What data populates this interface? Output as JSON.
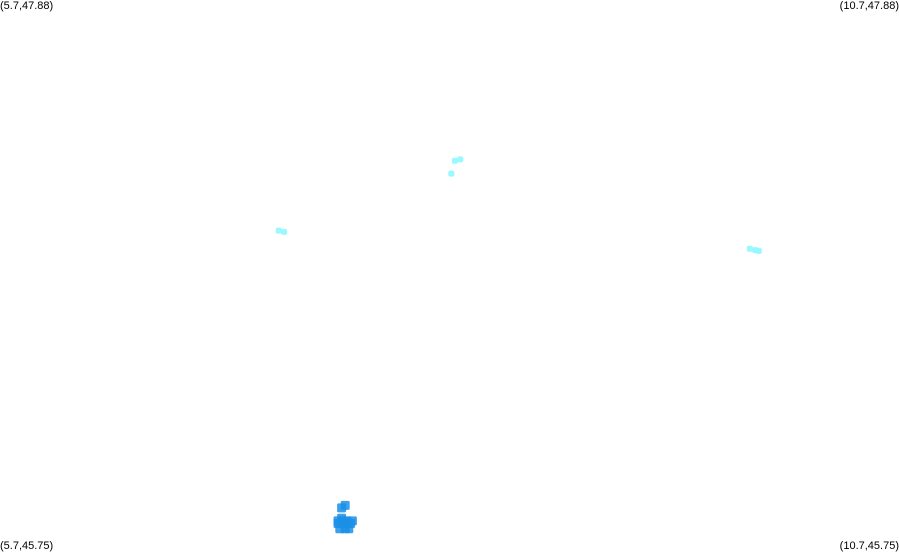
{
  "corners": {
    "top_left": "(5.7,47.88)",
    "top_right": "(10.7,47.88)",
    "bottom_left": "(5.7,45.75)",
    "bottom_right": "(10.7,45.75)"
  },
  "colors": {
    "light": "#8ff7ff",
    "dark": "#1a8fe6",
    "label": "#000000"
  },
  "map_data": {
    "lon_range": [
      5.7,
      10.7
    ],
    "lat_range": [
      45.75,
      47.88
    ],
    "points": [
      {
        "lon": 8.23,
        "lat": 47.26,
        "shade": "light"
      },
      {
        "lon": 8.26,
        "lat": 47.265,
        "shade": "light"
      },
      {
        "lon": 8.21,
        "lat": 47.21,
        "shade": "light"
      },
      {
        "lon": 7.25,
        "lat": 46.99,
        "shade": "light"
      },
      {
        "lon": 7.28,
        "lat": 46.985,
        "shade": "light"
      },
      {
        "lon": 9.87,
        "lat": 46.92,
        "shade": "light"
      },
      {
        "lon": 9.9,
        "lat": 46.915,
        "shade": "light"
      },
      {
        "lon": 9.92,
        "lat": 46.912,
        "shade": "light"
      },
      {
        "lon": 7.62,
        "lat": 45.93,
        "shade": "dark"
      },
      {
        "lon": 7.6,
        "lat": 45.92,
        "shade": "dark"
      },
      {
        "lon": 7.6,
        "lat": 45.88,
        "shade": "dark"
      },
      {
        "lon": 7.58,
        "lat": 45.87,
        "shade": "dark"
      },
      {
        "lon": 7.61,
        "lat": 45.87,
        "shade": "dark"
      },
      {
        "lon": 7.63,
        "lat": 45.87,
        "shade": "dark"
      },
      {
        "lon": 7.66,
        "lat": 45.87,
        "shade": "dark"
      },
      {
        "lon": 7.58,
        "lat": 45.86,
        "shade": "dark"
      },
      {
        "lon": 7.62,
        "lat": 45.86,
        "shade": "dark"
      },
      {
        "lon": 7.65,
        "lat": 45.86,
        "shade": "dark"
      },
      {
        "lon": 7.59,
        "lat": 45.84,
        "shade": "dark"
      },
      {
        "lon": 7.62,
        "lat": 45.84,
        "shade": "dark"
      },
      {
        "lon": 7.64,
        "lat": 45.84,
        "shade": "dark"
      }
    ]
  }
}
